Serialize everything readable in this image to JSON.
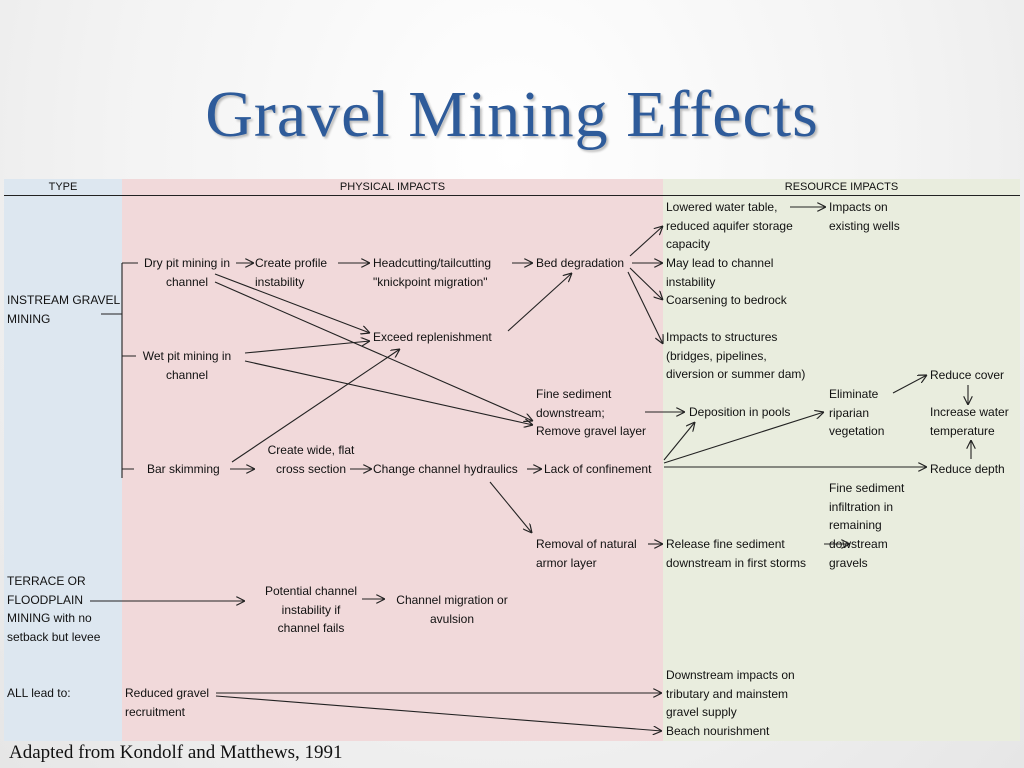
{
  "title": "Gravel  Mining Effects",
  "headers": {
    "type": "TYPE",
    "physical": "PHYSICAL IMPACTS",
    "resource": "RESOURCE IMPACTS"
  },
  "types": {
    "instream": [
      "INSTREAM GRAVEL",
      "MINING"
    ],
    "terrace": [
      "TERRACE OR",
      "FLOODPLAIN",
      "MINING with no",
      "setback but levee"
    ],
    "all": "ALL lead to:"
  },
  "nodes": {
    "dry_pit": [
      "Dry pit mining in",
      "channel"
    ],
    "wet_pit": [
      "Wet pit mining in",
      "channel"
    ],
    "bar_skimming": "Bar skimming",
    "create_profile": [
      "Create profile",
      "instability"
    ],
    "headcutting": [
      "Headcutting/tailcutting",
      "\"knickpoint migration\""
    ],
    "bed_degradation": "Bed degradation",
    "exceed_replenishment": "Exceed replenishment",
    "create_wide": [
      "Create wide, flat",
      "cross section"
    ],
    "change_hydraulics": "Change channel hydraulics",
    "lack_confinement": "Lack of confinement",
    "fine_sediment_downstream": [
      "Fine sediment",
      "downstream;",
      "Remove gravel layer"
    ],
    "removal_armor": [
      "Removal of natural",
      "armor layer"
    ],
    "potential_channel": [
      "Potential channel",
      "instability if",
      "channel fails"
    ],
    "channel_migration": [
      "Channel migration or",
      "avulsion"
    ],
    "reduced_recruitment": [
      "Reduced gravel",
      "recruitment"
    ],
    "lowered_water_table": [
      "Lowered water table,",
      "reduced aquifer storage",
      "capacity"
    ],
    "impacts_wells": [
      "Impacts on",
      "existing wells"
    ],
    "may_lead": [
      "May lead to channel",
      "instability"
    ],
    "coarsening": "Coarsening to bedrock",
    "impacts_structures": [
      "Impacts to structures",
      "(bridges, pipelines,",
      "diversion or summer dam)"
    ],
    "deposition_pools": "Deposition in pools",
    "eliminate_riparian": [
      "Eliminate",
      "riparian",
      "vegetation"
    ],
    "reduce_cover": "Reduce cover",
    "increase_temp": [
      "Increase water",
      "temperature"
    ],
    "reduce_depth": "Reduce depth",
    "fine_infiltration": [
      "Fine sediment",
      "infiltration in",
      "remaining",
      "dowstream",
      "gravels"
    ],
    "release_fine": [
      "Release fine sediment",
      "downstream in first storms"
    ],
    "downstream_impacts": [
      "Downstream impacts on",
      "tributary and mainstem",
      "gravel supply"
    ],
    "beach_nourishment": "Beach nourishment"
  },
  "caption": "Adapted from Kondolf and Matthews, 1991",
  "colors": {
    "title": "#2e5b9a",
    "type_col": "#dde7f0",
    "physical_col": "#f1d9da",
    "resource_col": "#e9edde"
  }
}
